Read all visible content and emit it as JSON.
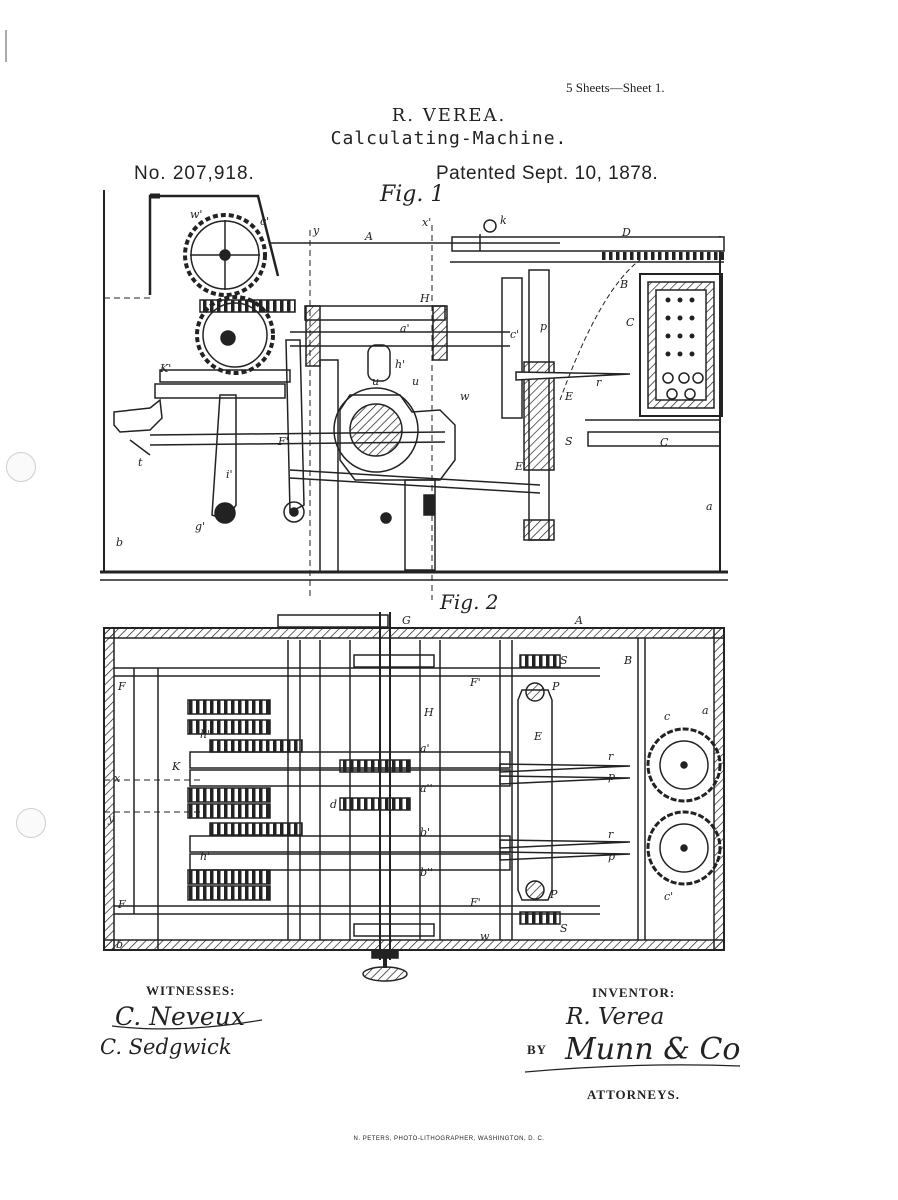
{
  "header": {
    "sheet_info": "5 Sheets—Sheet 1.",
    "inventor_name": "R. VEREA.",
    "title": "Calculating-Machine.",
    "patent_number": "No. 207,918.",
    "patent_date": "Patented Sept. 10, 1878."
  },
  "figures": {
    "fig1_label": "Fig. 1",
    "fig2_label": "Fig. 2"
  },
  "footer": {
    "witnesses_label": "WITNESSES:",
    "witness_1": "C. Neveux",
    "witness_2": "C. Sedgwick",
    "inventor_label": "INVENTOR:",
    "inventor_signature": "R. Verea",
    "by_label": "BY",
    "attorney_signature": "Munn & Co",
    "attorneys_label": "ATTORNEYS.",
    "printer_credit": "N. PETERS, PHOTO-LITHOGRAPHER, WASHINGTON, D. C."
  },
  "colors": {
    "ink": "#222222",
    "paper": "#ffffff"
  }
}
